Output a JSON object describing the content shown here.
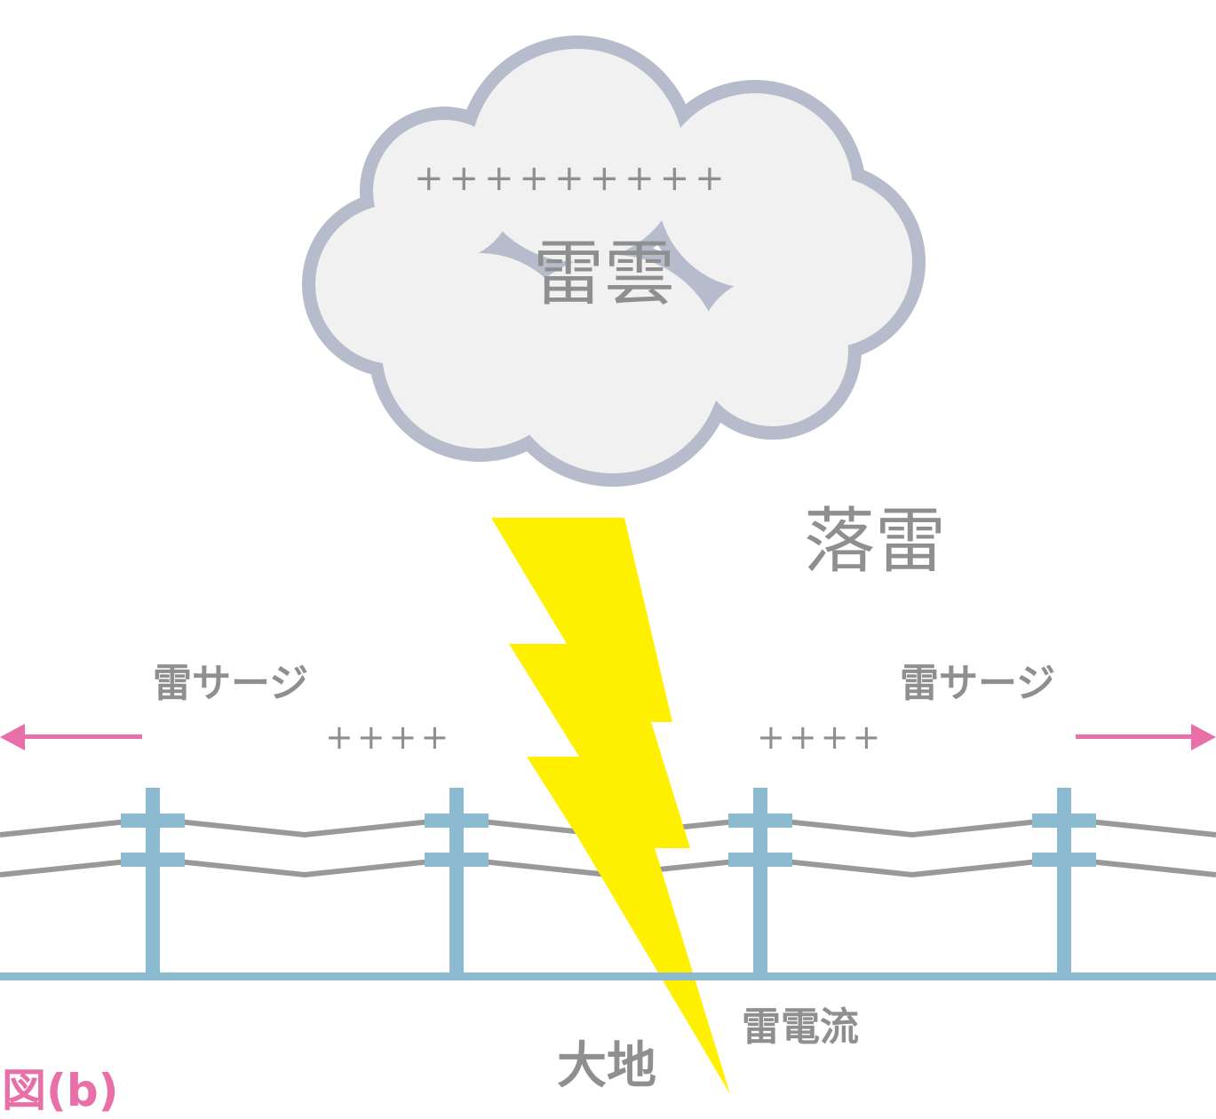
{
  "cloud": {
    "charges": "+++++++++",
    "label": "雷雲"
  },
  "strike_label": "落雷",
  "surge_left": "雷サージ",
  "surge_right": "雷サージ",
  "line_charges_left": "++++",
  "line_charges_right": "++++",
  "current_label": "雷電流",
  "ground_label": "大地",
  "figure_label": "図(b)",
  "colors": {
    "cloud_fill": "#f1f1f1",
    "cloud_border": "#b6bccb",
    "bolt": "#fff000",
    "pole": "#8cbad0",
    "wire": "#999999",
    "arrow": "#e86fa8",
    "text": "#8f8f8f"
  }
}
